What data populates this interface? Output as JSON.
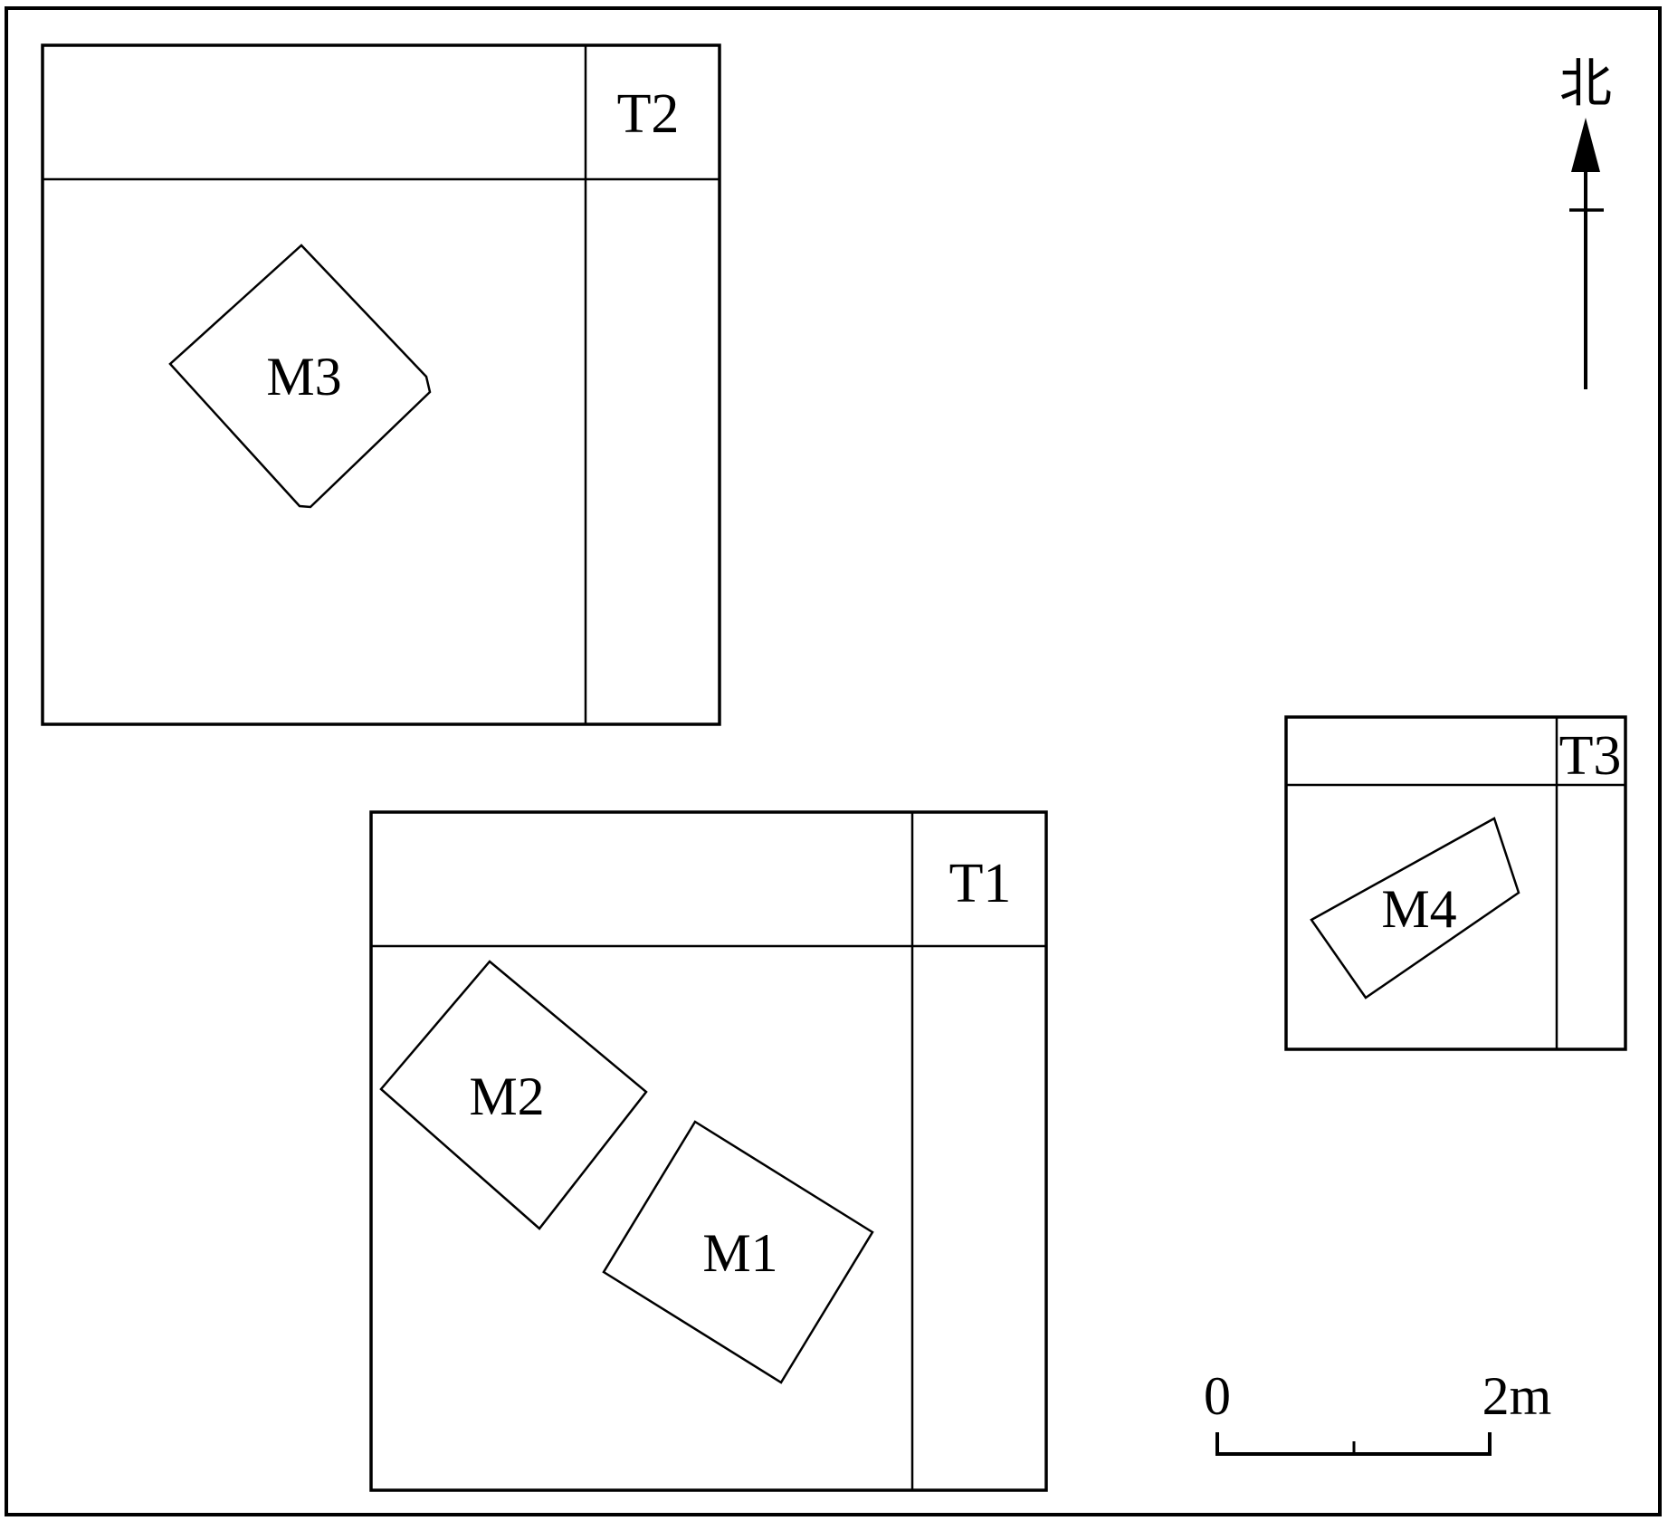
{
  "colors": {
    "ink": "#000000",
    "paper": "#ffffff"
  },
  "compass": {
    "label": "北",
    "icon": "north-arrow-icon"
  },
  "trenches": [
    {
      "id": "T1",
      "label": "T1"
    },
    {
      "id": "T2",
      "label": "T2"
    },
    {
      "id": "T3",
      "label": "T3"
    }
  ],
  "tombs": [
    {
      "id": "M1",
      "label": "M1",
      "trench": "T1"
    },
    {
      "id": "M2",
      "label": "M2",
      "trench": "T1"
    },
    {
      "id": "M3",
      "label": "M3",
      "trench": "T2"
    },
    {
      "id": "M4",
      "label": "M4",
      "trench": "T3"
    }
  ],
  "scale_bar": {
    "start_label": "0",
    "end_label": "2m",
    "length_m": 2
  }
}
